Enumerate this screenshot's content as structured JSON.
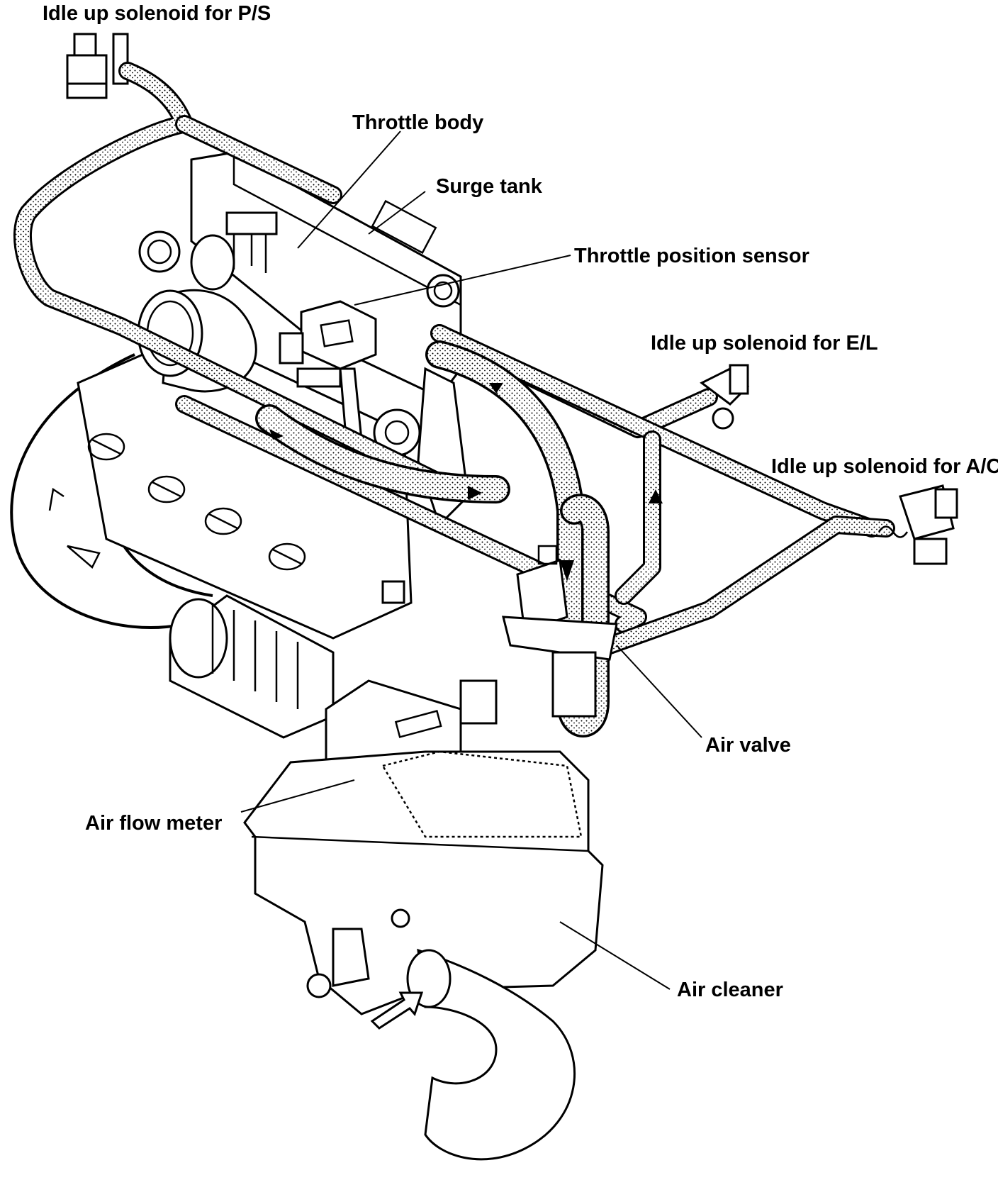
{
  "labels": {
    "idle_up_ps": "Idle up solenoid for P/S",
    "throttle_body": "Throttle body",
    "surge_tank": "Surge tank",
    "throttle_position_sensor": "Throttle position sensor",
    "idle_up_el": "Idle up solenoid for E/L",
    "idle_up_ac": "Idle up solenoid for A/C",
    "air_valve": "Air valve",
    "air_flow_meter": "Air flow meter",
    "air_cleaner": "Air cleaner"
  },
  "colors": {
    "ink": "#000000",
    "paper": "#ffffff"
  }
}
